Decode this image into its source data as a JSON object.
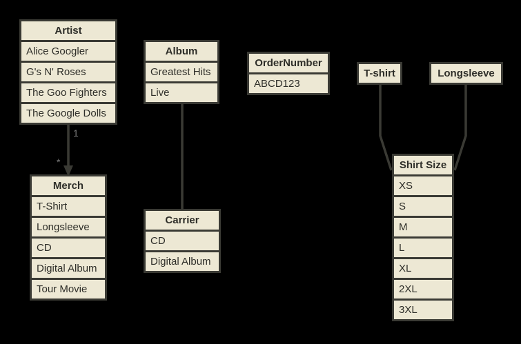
{
  "diagram": {
    "background": "#000000",
    "box_fill": "#EDE8D4",
    "box_border": "#3A3A34",
    "text_color": "#2E2E29",
    "connector_color": "#3A3A34",
    "multiplicity_color": "#7A7A7A",
    "entities": {
      "artist": {
        "title": "Artist",
        "rows": [
          "Alice Googler",
          "G's N' Roses",
          "The Goo Fighters",
          "The Google Dolls"
        ]
      },
      "merch": {
        "title": "Merch",
        "rows": [
          "T-Shirt",
          "Longsleeve",
          "CD",
          "Digital Album",
          "Tour Movie"
        ]
      },
      "album": {
        "title": "Album",
        "rows": [
          "Greatest Hits",
          "Live"
        ]
      },
      "carrier": {
        "title": "Carrier",
        "rows": [
          "CD",
          "Digital Album"
        ]
      },
      "order_number": {
        "title": "OrderNumber",
        "rows": [
          "ABCD123"
        ]
      },
      "tshirt": {
        "title": "T-shirt",
        "rows": []
      },
      "longsleeve": {
        "title": "Longsleeve",
        "rows": []
      },
      "shirt_size": {
        "title": "Shirt Size",
        "rows": [
          "XS",
          "S",
          "M",
          "L",
          "XL",
          "2XL",
          "3XL"
        ]
      }
    },
    "connectors": {
      "artist_merch": {
        "from": "Artist",
        "to": "Merch",
        "style": "arrow",
        "source_label": "1",
        "target_label": "*"
      },
      "album_carrier": {
        "from": "Album",
        "to": "Carrier",
        "style": "line"
      },
      "tshirt_shirtsize": {
        "from": "T-shirt",
        "to": "Shirt Size",
        "style": "line"
      },
      "longsleeve_shirtsize": {
        "from": "Longsleeve",
        "to": "Shirt Size",
        "style": "line"
      }
    }
  }
}
